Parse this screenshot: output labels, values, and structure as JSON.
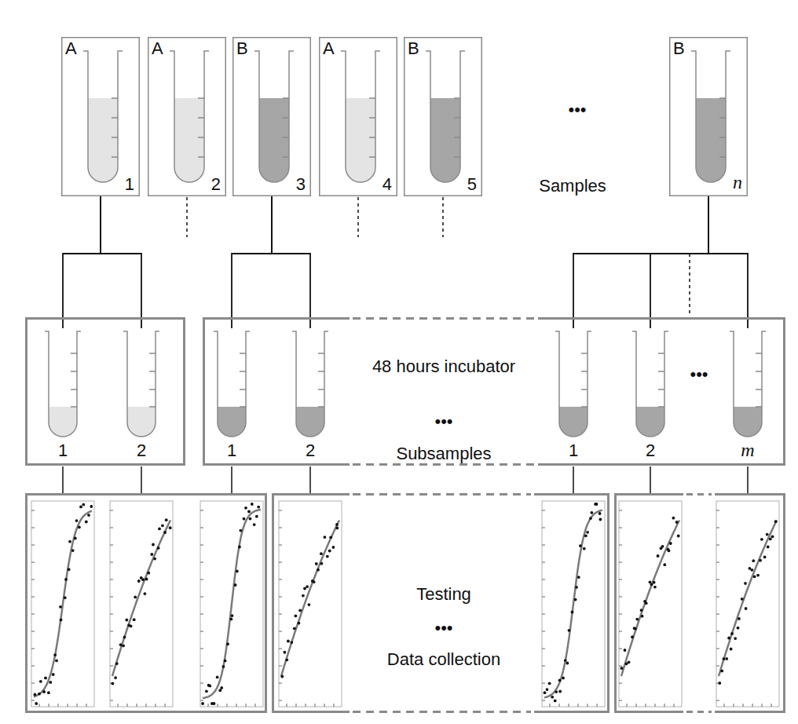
{
  "diagram": {
    "nodes": [
      {
        "text": [
          "A",
          "1"
        ]
      },
      {
        "text": [
          "A",
          "2"
        ]
      },
      {
        "text": [
          "B",
          "3"
        ]
      },
      {
        "text": [
          "A",
          "4"
        ]
      },
      {
        "text": [
          "B",
          "5"
        ]
      },
      {
        "text": [
          "B",
          "n"
        ]
      },
      {
        "text": []
      },
      {
        "text": [
          "1"
        ],
        "in": 6
      },
      {
        "text": [
          "2"
        ],
        "in": 6
      },
      {
        "text": [
          "48 hours incubator",
          "•••",
          "Subsamples",
          "•••"
        ]
      },
      {
        "text": [
          "1"
        ],
        "in": 9
      },
      {
        "text": [
          "2"
        ],
        "in": 9
      },
      {
        "text": [
          "1"
        ],
        "in": 9
      },
      {
        "text": [
          "2"
        ],
        "in": 9
      },
      {
        "text": [
          "m"
        ],
        "in": 9
      },
      {
        "text": [
          "Testing",
          "•••",
          "Data collection"
        ]
      }
    ],
    "edges": [
      {
        "from": 0,
        "to": 7,
        "arrow": "none"
      },
      {
        "from": 0,
        "to": 8,
        "arrow": "none"
      },
      {
        "from": 2,
        "to": 10,
        "arrow": "none"
      },
      {
        "from": 2,
        "to": 11,
        "arrow": "none"
      },
      {
        "from": 5,
        "to": 12,
        "arrow": "none"
      },
      {
        "from": 5,
        "to": 13,
        "arrow": "none"
      },
      {
        "from": 5,
        "to": 14,
        "arrow": "none"
      }
    ],
    "labels": [
      "•••",
      "Samples"
    ]
  }
}
